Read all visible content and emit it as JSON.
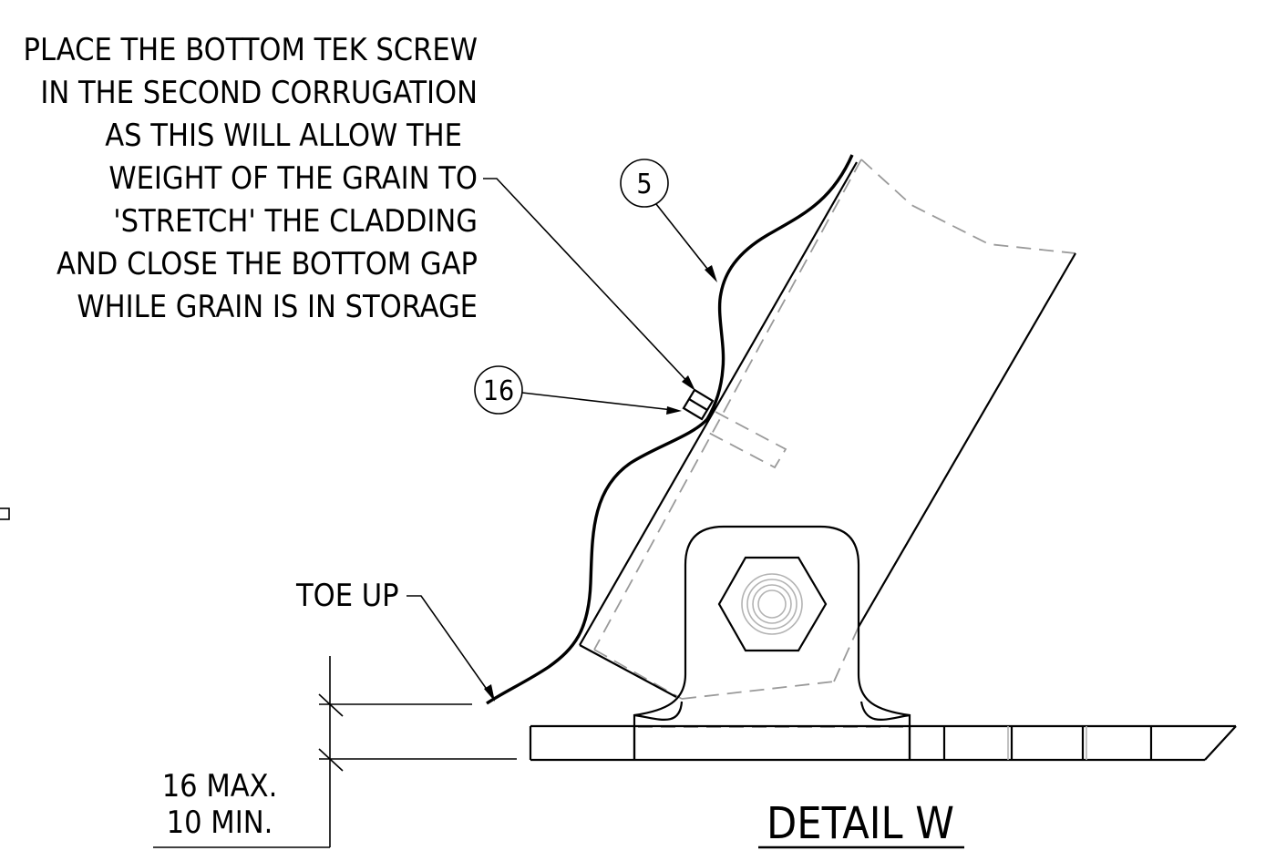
{
  "notes": {
    "screw_note": [
      "PLACE THE BOTTOM TEK SCREW",
      "IN THE SECOND CORRUGATION",
      "AS THIS WILL ALLOW THE",
      "WEIGHT OF THE GRAIN TO",
      "'STRETCH' THE CLADDING",
      "AND CLOSE THE BOTTOM GAP",
      "WHILE GRAIN IS IN STORAGE"
    ],
    "toe_up": "TOE UP",
    "dimension": [
      "16 MAX.",
      "10 MIN."
    ]
  },
  "balloons": [
    "5",
    "16"
  ],
  "title": "DETAIL W"
}
